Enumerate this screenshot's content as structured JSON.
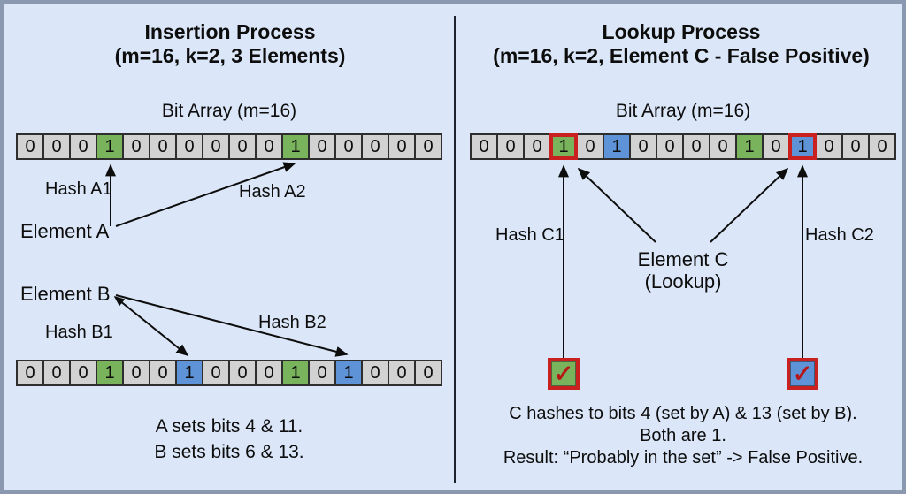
{
  "diagram": {
    "left_panel": {
      "title": "Insertion Process",
      "subtitle": "(m=16, k=2, 3 Elements)",
      "bit_array_label": "Bit Array (m=16)",
      "array_a": {
        "bits": [
          "0",
          "0",
          "0",
          "1",
          "0",
          "0",
          "0",
          "0",
          "0",
          "0",
          "1",
          "0",
          "0",
          "0",
          "0",
          "0"
        ],
        "cell_colors": {
          "3": "green",
          "10": "green"
        },
        "highlighted": []
      },
      "hash_a1_label": "Hash A1",
      "hash_a2_label": "Hash A2",
      "element_a_label": "Element A",
      "element_b_label": "Element B",
      "hash_b1_label": "Hash B1",
      "hash_b2_label": "Hash B2",
      "array_b": {
        "bits": [
          "0",
          "0",
          "0",
          "1",
          "0",
          "0",
          "1",
          "0",
          "0",
          "0",
          "1",
          "0",
          "1",
          "0",
          "0",
          "0"
        ],
        "cell_colors": {
          "3": "green",
          "6": "blue",
          "10": "green",
          "12": "blue"
        },
        "highlighted": []
      },
      "caption_line1": "A sets bits 4 & 11.",
      "caption_line2": "B sets bits 6 & 13."
    },
    "right_panel": {
      "title": "Lookup Process",
      "subtitle": "(m=16, k=2, Element C - False Positive)",
      "bit_array_label": "Bit Array (m=16)",
      "array_c": {
        "bits": [
          "0",
          "0",
          "0",
          "1",
          "0",
          "1",
          "0",
          "0",
          "0",
          "0",
          "1",
          "0",
          "1",
          "0",
          "0",
          "0"
        ],
        "cell_colors": {
          "3": "green",
          "5": "blue",
          "10": "green",
          "12": "blue"
        },
        "highlighted": [
          3,
          12
        ]
      },
      "hash_c1_label": "Hash C1",
      "hash_c2_label": "Hash C2",
      "element_c_label": "Element C",
      "element_c_sublabel": "(Lookup)",
      "checkmark": "✓",
      "caption_line1": "C hashes to bits 4 (set by A) & 13 (set by B).",
      "caption_line2": "Both are 1.",
      "caption_line3": "Result: “Probably in the set” -> False Positive."
    },
    "colors": {
      "background": "#dbe7f8",
      "border": "#8a99af",
      "cell_gray": "#d2d2d2",
      "set_bit_green": "#79b35c",
      "set_bit_blue": "#5e93d7",
      "highlight_red": "#c92020"
    }
  }
}
